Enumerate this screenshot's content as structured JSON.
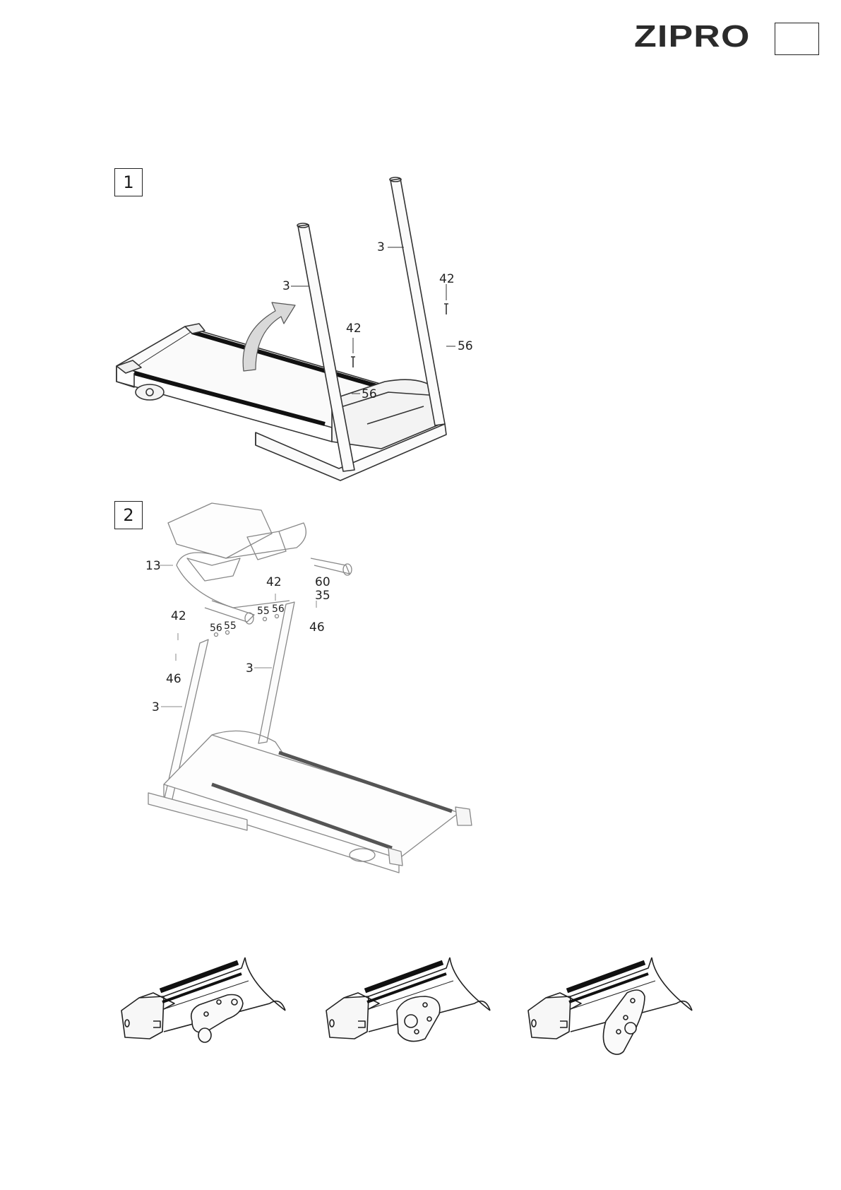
{
  "header": {
    "brand": "ZIPRO",
    "page_number": ""
  },
  "steps": [
    {
      "number": "1",
      "callouts": [
        {
          "label": "3"
        },
        {
          "label": "3"
        },
        {
          "label": "42"
        },
        {
          "label": "42"
        },
        {
          "label": "56"
        },
        {
          "label": "56"
        }
      ]
    },
    {
      "number": "2",
      "callouts": [
        {
          "label": "13"
        },
        {
          "label": "42"
        },
        {
          "label": "60"
        },
        {
          "label": "35"
        },
        {
          "label": "42"
        },
        {
          "label": "55"
        },
        {
          "label": "56"
        },
        {
          "label": "56"
        },
        {
          "label": "55"
        },
        {
          "label": "46"
        },
        {
          "label": "46"
        },
        {
          "label": "3"
        },
        {
          "label": "3"
        }
      ]
    }
  ],
  "incline_positions": [
    {
      "name": "position-1"
    },
    {
      "name": "position-2"
    },
    {
      "name": "position-3"
    }
  ]
}
